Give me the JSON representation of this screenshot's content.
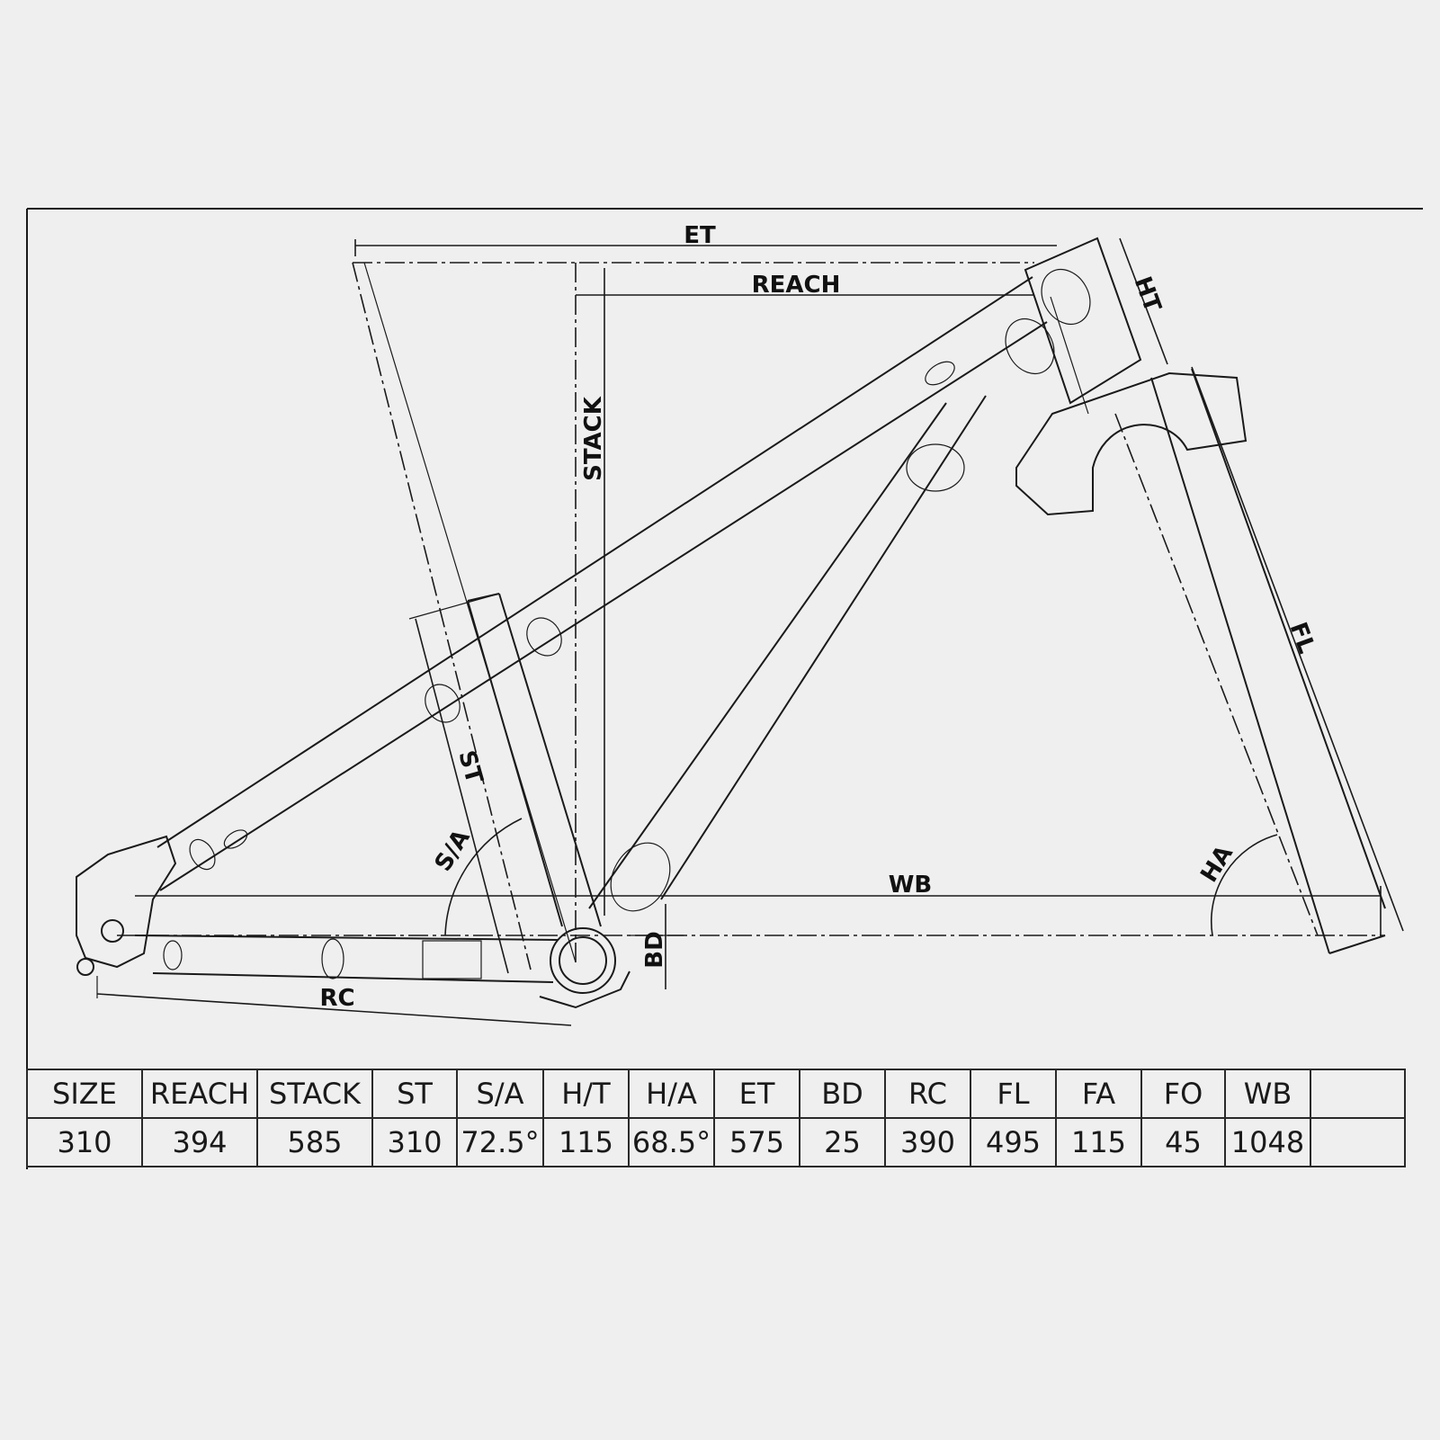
{
  "diagram": {
    "labels": {
      "et": "ET",
      "reach": "REACH",
      "ht": "HT",
      "stack": "STACK",
      "st": "ST",
      "sa": "S/A",
      "fl": "FL",
      "wb": "WB",
      "ha": "HA",
      "bd": "BD",
      "rc": "RC"
    }
  },
  "table": {
    "headers": [
      "SIZE",
      "REACH",
      "STACK",
      "ST",
      "S/A",
      "H/T",
      "H/A",
      "ET",
      "BD",
      "RC",
      "FL",
      "FA",
      "FO",
      "WB",
      ""
    ],
    "values": [
      "310",
      "394",
      "585",
      "310",
      "72.5°",
      "115",
      "68.5°",
      "575",
      "25",
      "390",
      "495",
      "115",
      "45",
      "1048",
      ""
    ]
  }
}
